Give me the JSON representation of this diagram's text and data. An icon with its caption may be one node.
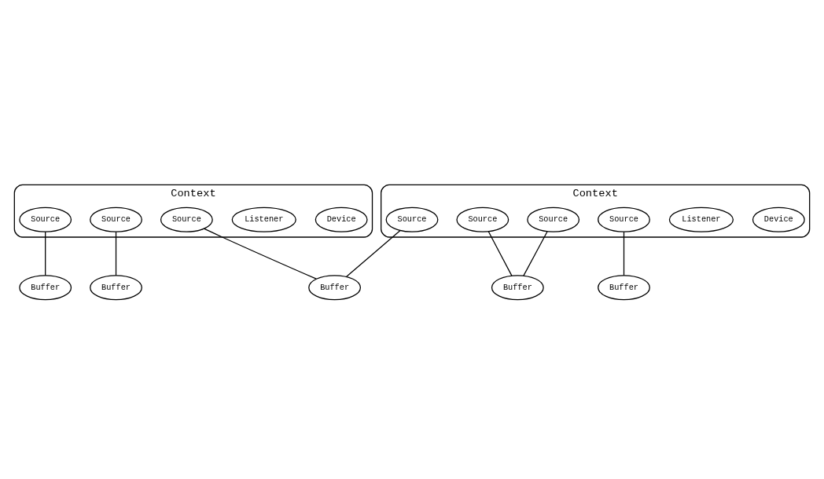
{
  "diagram": {
    "nodes": [
      {
        "text": [
          "Context"
        ]
      },
      {
        "text": [
          "Device"
        ],
        "in": 0
      },
      {
        "text": [
          "Listener"
        ],
        "in": 0
      },
      {
        "text": [
          "Source"
        ],
        "in": 0
      },
      {
        "text": [
          "Source"
        ],
        "in": 0
      },
      {
        "text": [
          "Source"
        ],
        "in": 0
      },
      {
        "text": [
          "Context"
        ]
      },
      {
        "text": [
          "Device"
        ],
        "in": 6
      },
      {
        "text": [
          "Listener"
        ],
        "in": 6
      },
      {
        "text": [
          "Source"
        ],
        "in": 6
      },
      {
        "text": [
          "Source"
        ],
        "in": 6
      },
      {
        "text": [
          "Source"
        ],
        "in": 6
      },
      {
        "text": [
          "Source"
        ],
        "in": 6
      },
      {
        "text": [
          "Buffer"
        ]
      },
      {
        "text": [
          "Buffer"
        ]
      },
      {
        "text": [
          "Buffer"
        ]
      },
      {
        "text": [
          "Buffer"
        ]
      },
      {
        "text": [
          "Buffer"
        ]
      }
    ],
    "edges": [
      {
        "from": 3,
        "to": 13,
        "arrow": "none"
      },
      {
        "from": 5,
        "to": 14,
        "arrow": "none"
      },
      {
        "from": 4,
        "to": 15,
        "arrow": "none"
      },
      {
        "from": 9,
        "to": 15,
        "arrow": "none"
      },
      {
        "from": 12,
        "to": 16,
        "arrow": "none"
      },
      {
        "from": 11,
        "to": 17,
        "arrow": "none"
      },
      {
        "from": 10,
        "to": 17,
        "arrow": "none"
      }
    ]
  }
}
